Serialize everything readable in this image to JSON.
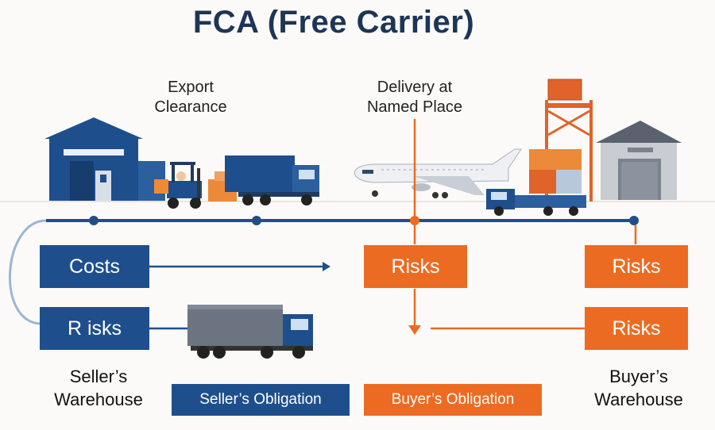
{
  "title": "FCA (Free Carrier)",
  "labels": {
    "export_clearance": "Export\nClearance",
    "delivery": "Delivery at\nNamed Place",
    "seller_warehouse": "Seller’s\nWarehouse",
    "buyer_warehouse": "Buyer’s\nWarehouse"
  },
  "boxes": {
    "seller_costs": "Costs",
    "seller_risks": "R isks",
    "delivery_risks": "Risks",
    "buyer_risks_top": "Risks",
    "buyer_risks_bottom": "Risks"
  },
  "legend": {
    "seller": "Seller’s Obligation",
    "buyer": "Buyer’s Obligation"
  },
  "colors": {
    "seller_blue": "#1e4f8c",
    "buyer_orange": "#ec6b22",
    "title_navy": "#1d3557"
  },
  "icons": [
    "seller-warehouse-icon",
    "forklift-icon",
    "delivery-truck-icon",
    "airplane-icon",
    "crane-icon",
    "container-truck-icon",
    "buyer-warehouse-icon",
    "cargo-truck-icon"
  ]
}
